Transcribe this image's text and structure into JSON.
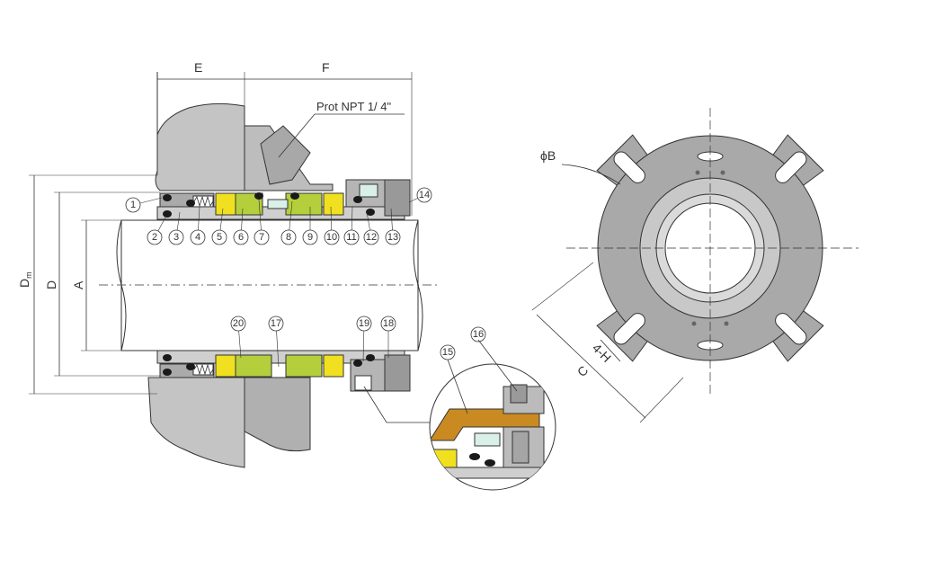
{
  "dimensions": {
    "e": "E",
    "f": "F",
    "dm": "D",
    "dm_sub": "m",
    "d": "D",
    "a": "A",
    "phi_b": "ϕB",
    "c": "C",
    "four_h": "4-H"
  },
  "port_label": "Prot NPT 1/ 4\"",
  "part_numbers_top": [
    "1",
    "2",
    "3",
    "4",
    "5",
    "6",
    "7",
    "8",
    "9",
    "10",
    "11",
    "12",
    "13",
    "14"
  ],
  "part_numbers_bottom": [
    "20",
    "17",
    "19",
    "18"
  ],
  "part_numbers_detail": [
    "15",
    "16"
  ],
  "colors": {
    "steel": "#b8b8b8",
    "steel_dark": "#9a9a9a",
    "face_green": "#b5cf3c",
    "face_yellow": "#f0e020",
    "detail_orange": "#c98a22",
    "oring": "#1a1a1a",
    "line": "#333333"
  }
}
